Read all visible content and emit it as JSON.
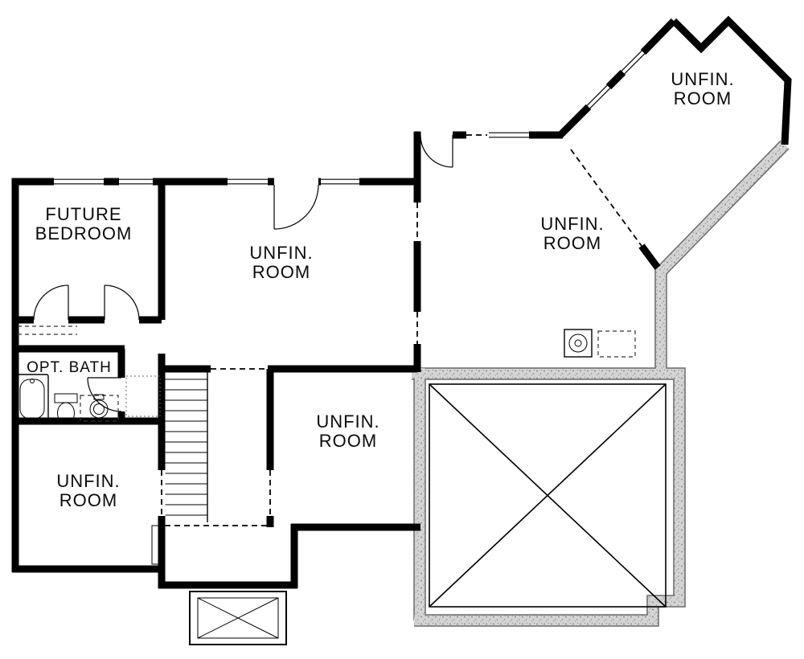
{
  "document": {
    "type": "floor-plan",
    "level": "basement"
  },
  "rooms": {
    "future_bedroom": {
      "line1": "FUTURE",
      "line2": "BEDROOM"
    },
    "center": {
      "line1": "UNFIN.",
      "line2": "ROOM"
    },
    "right": {
      "line1": "UNFIN.",
      "line2": "ROOM"
    },
    "wing": {
      "line1": "UNFIN.",
      "line2": "ROOM"
    },
    "opt_bath": {
      "line1": "OPT. BATH"
    },
    "bottom_left": {
      "line1": "UNFIN.",
      "line2": "ROOM"
    },
    "bottom_center": {
      "line1": "UNFIN.",
      "line2": "ROOM"
    }
  },
  "fixtures": [
    "bathtub",
    "toilet",
    "sink",
    "closet-shelves",
    "stairs",
    "sump-pump",
    "window-well",
    "unexcavated-x-area"
  ],
  "colors": {
    "wall": "#000000",
    "concrete_fill": "#d4d4d4",
    "concrete_speckle": "#8c8c8c",
    "background": "#ffffff"
  }
}
